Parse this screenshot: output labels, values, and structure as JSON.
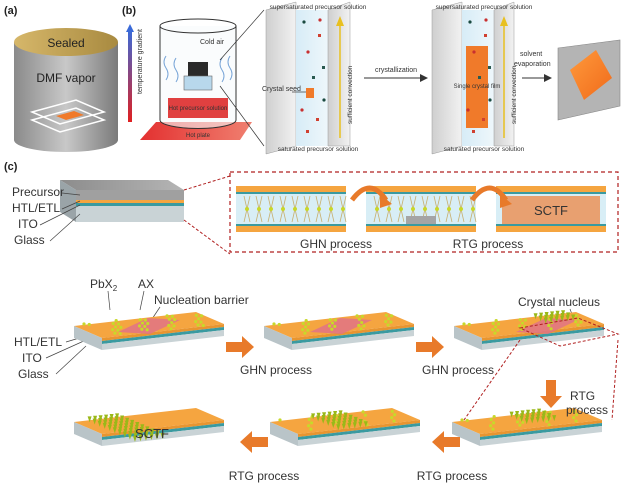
{
  "panel_a": {
    "tag": "(a)",
    "lid_label": "Sealed",
    "body_label": "DMF vapor"
  },
  "panel_b": {
    "tag": "(b)",
    "temperature_gradient": "temperature gradient",
    "cold_air": "Cold air",
    "hot_solution": "Hot precursor solution",
    "hot_plate": "Hot plate",
    "supersaturated_1": "supersaturated precursor solution",
    "saturated_1": "saturated precursor solution",
    "crystal_seed": "Crystal seed",
    "convection_1": "sufficient convection",
    "crystallization": "crystallization",
    "supersaturated_2": "supersaturated precursor solution",
    "saturated_2": "saturated precursor solution",
    "single_crystal_film": "Single crystal film",
    "convection_2": "sufficient convection",
    "solvent_evaporation": "solvent evaporation"
  },
  "panel_c": {
    "tag": "(c)",
    "stack_labels": [
      "Precursor",
      "HTL/ETL",
      "ITO",
      "Glass"
    ],
    "inset_process_1": "GHN process",
    "inset_process_2": "RTG process",
    "sctf_box": "SCTF",
    "pbx2_base": "PbX",
    "pbx2_sub": "2",
    "ax": "AX",
    "nucleation_barrier": "Nucleation barrier",
    "crystal_nucleus": "Crystal nucleus",
    "stack_labels_2": [
      "HTL/ETL",
      "ITO",
      "Glass"
    ],
    "step_ghn_1": "GHN process",
    "step_ghn_2": "GHN process",
    "step_rtg_vertical": "RTG process",
    "step_rtg_1": "RTG process",
    "step_rtg_2": "RTG process",
    "sctf_final": "SCTF"
  },
  "colors": {
    "orange": "#f5a540",
    "perovskite": "#f07a2a",
    "teal": "#3a9aa0",
    "glass": "#c9d3d6",
    "arrow": "#e87a2a",
    "dashed": "#b02020",
    "barrier": "#e0708a",
    "crystal": "#c8d82a"
  }
}
